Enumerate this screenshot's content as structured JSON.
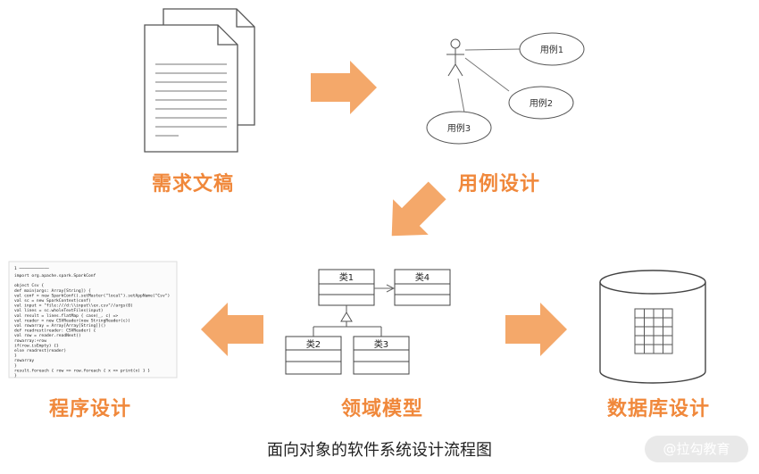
{
  "stages": {
    "requirements": "需求文稿",
    "use_case_design": "用例设计",
    "domain_model": "领域模型",
    "program_design": "程序设计",
    "database_design": "数据库设计"
  },
  "use_case": {
    "case1": "用例1",
    "case2": "用例2",
    "case3": "用例3"
  },
  "classes": {
    "class1": "类1",
    "class2": "类2",
    "class3": "类3",
    "class4": "类4"
  },
  "code_lines": [
    "import org.apache.spark.SparkConf",
    "",
    "object Csv {",
    "  def main(args: Array[String]) {",
    "    val conf = new SparkConf().setMaster(\"local\").setAppName(\"Csv\")",
    "    val sc = new SparkContext(conf)",
    "    val input = \"file:///d:\\\\input\\\\ex.csv\"//args(0)",
    "    val lines = sc.wholeTextFiles(input)",
    "    val result = lines.flatMap { case(_, c) =>",
    "      val reader = new CSVReader(new StringReader(c))",
    "      val rowarray = Array[Array[String]]()",
    "      def readrest(reader: CSVReader) {",
    "        val row = reader.readNext()",
    "        rowarray:+row",
    "        if(row.isEmpty) {}",
    "        else readrest(reader)",
    "      }",
    "      rowarray",
    "    }",
    "    result.foreach { row => row.foreach { x => print(x) } }",
    "  }"
  ],
  "caption": "面向对象的软件系统设计流程图",
  "watermark": "@拉勾教育",
  "colors": {
    "accent": "#f0883b",
    "arrow": "#f4a86a"
  }
}
